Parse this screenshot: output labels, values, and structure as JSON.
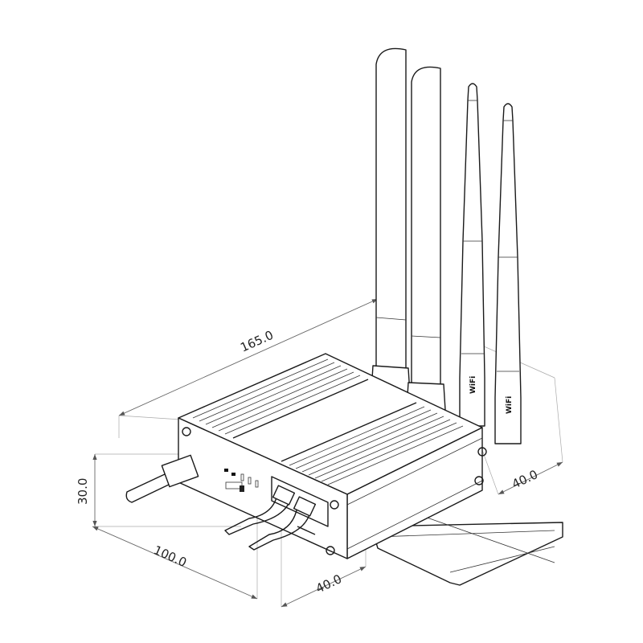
{
  "dimensions": {
    "length": "165.0",
    "height": "30.0",
    "width": "100.0",
    "front_depth": "40.0",
    "side_depth": "40.0"
  },
  "antenna_labels": [
    "WiFi",
    "WiFi"
  ],
  "colors": {
    "line": "#1a1a1a",
    "dimension": "#666666",
    "background": "#ffffff"
  }
}
